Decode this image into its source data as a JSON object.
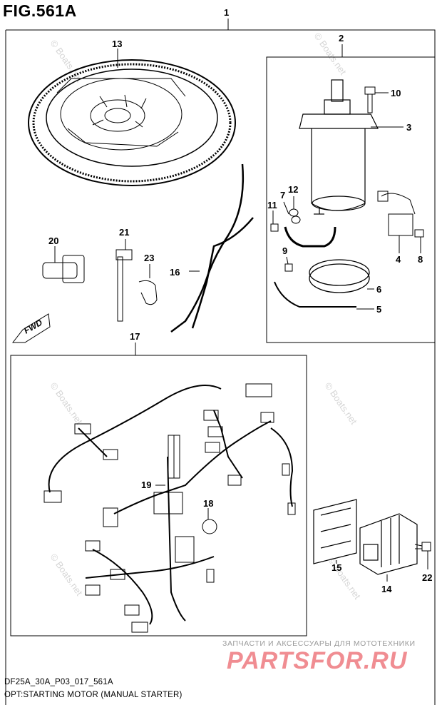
{
  "figure": {
    "title": "FIG.561A"
  },
  "callouts": [
    "1",
    "2",
    "3",
    "4",
    "5",
    "6",
    "7",
    "8",
    "9",
    "10",
    "11",
    "12",
    "13",
    "14",
    "15",
    "16",
    "17",
    "18",
    "19",
    "20",
    "21",
    "22",
    "23"
  ],
  "direction_badge": "FWD",
  "watermark": "© Boats.net",
  "footer": {
    "code": "DF25A_30A_P03_017_561A",
    "description": "OPT:STARTING MOTOR (MANUAL STARTER)"
  },
  "store": {
    "tagline": "ЗАПЧАСТИ И АКСЕССУАРЫ ДЛЯ МОТОТЕХНИКИ",
    "logo": "PARTSFOR.RU",
    "logo_color": "#f08d92"
  }
}
